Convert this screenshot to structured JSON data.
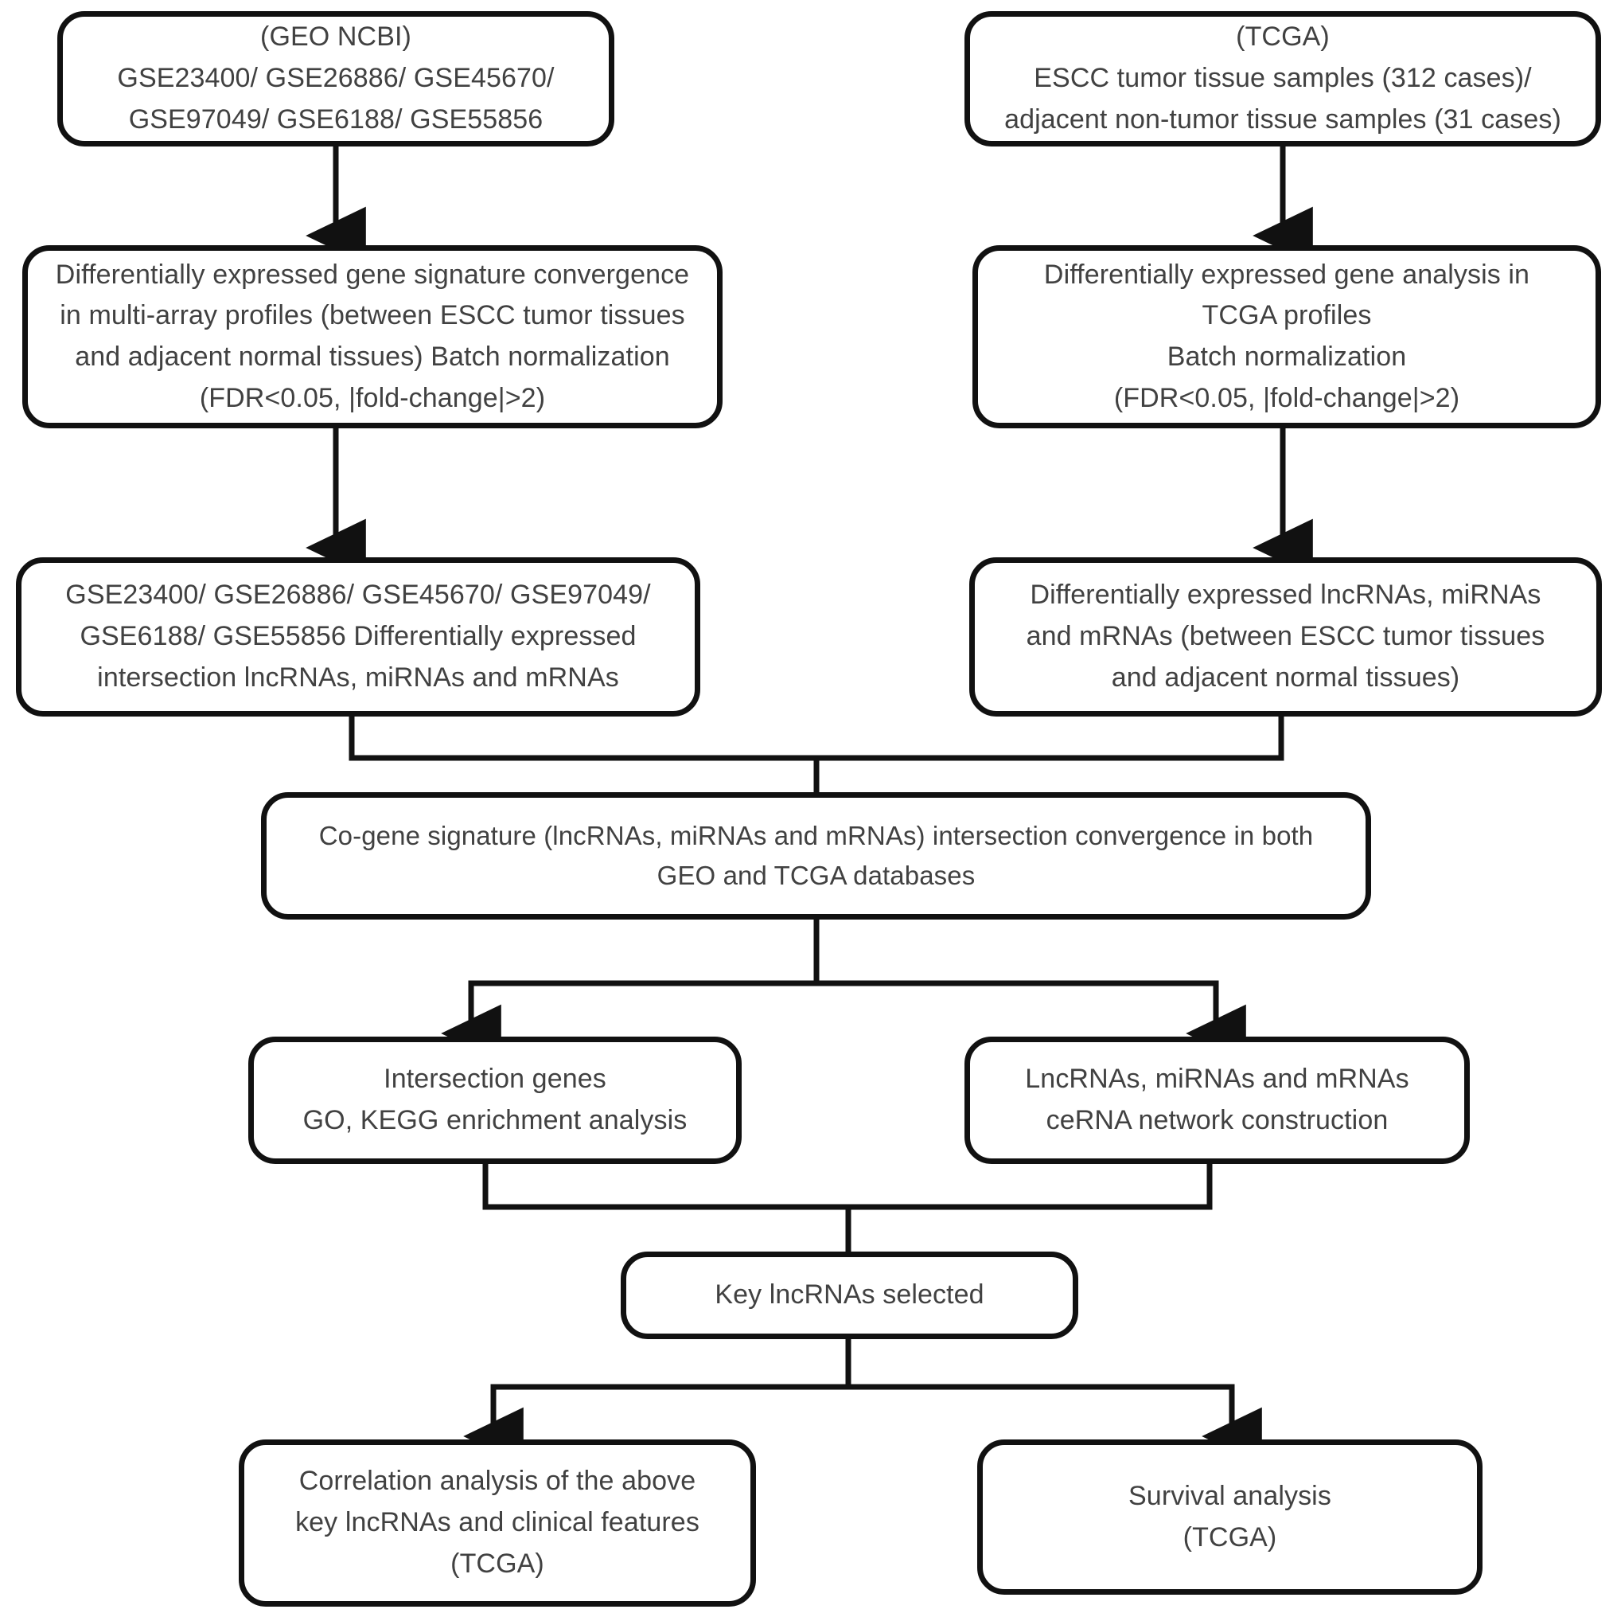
{
  "diagram": {
    "title": "ESCC lncRNA ceRNA study workflow",
    "background_color": "#ffffff",
    "node_border_color": "#111111",
    "text_color": "#414141",
    "nodes": {
      "geo_source": "(GEO NCBI)\nGSE23400/ GSE26886/ GSE45670/\nGSE97049/ GSE6188/ GSE55856",
      "tcga_source": "(TCGA)\nESCC tumor tissue samples (312 cases)/\nadjacent non-tumor tissue samples (31 cases)",
      "geo_de": "Differentially expressed gene signature convergence\nin multi-array profiles (between ESCC tumor tissues\nand adjacent normal tissues) Batch normalization\n(FDR<0.05, |fold-change|>2)",
      "tcga_de": "Differentially expressed gene analysis in\nTCGA profiles\nBatch normalization\n(FDR<0.05, |fold-change|>2)",
      "geo_result": "GSE23400/ GSE26886/ GSE45670/ GSE97049/\nGSE6188/ GSE55856 Differentially expressed\nintersection lncRNAs, miRNAs and mRNAs",
      "tcga_result": "Differentially expressed lncRNAs, miRNAs\nand mRNAs (between ESCC tumor tissues\nand adjacent normal tissues)",
      "co_gene": "Co-gene signature (lncRNAs, miRNAs and mRNAs) intersection convergence in both\nGEO and TCGA databases",
      "go_kegg": "Intersection genes\nGO, KEGG enrichment analysis",
      "cerna": "LncRNAs, miRNAs and mRNAs\nceRNA network construction",
      "key_lnc": "Key lncRNAs selected",
      "correlation": "Correlation analysis of the above\nkey lncRNAs and clinical features\n(TCGA)",
      "survival": "Survival analysis\n(TCGA)"
    }
  }
}
